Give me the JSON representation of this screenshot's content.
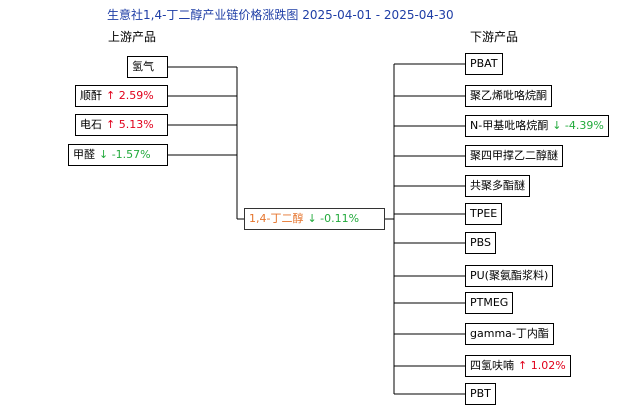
{
  "title": "生意社1,4-丁二醇产业链价格涨跌图 2025-04-01 - 2025-04-30",
  "labels": {
    "upstream": "上游产品",
    "downstream": "下游产品"
  },
  "colors": {
    "up": "#e0001b",
    "down": "#22aa3c",
    "center": "#e5742c",
    "title": "#1f3ea6"
  },
  "center": {
    "name": "1,4-丁二醇",
    "arrow": "↓",
    "change": "-0.11%",
    "dir": "down"
  },
  "upstream": [
    {
      "name": "氢气"
    },
    {
      "name": "顺酐",
      "arrow": "↑",
      "change": "2.59%",
      "dir": "up"
    },
    {
      "name": "电石",
      "arrow": "↑",
      "change": "5.13%",
      "dir": "up"
    },
    {
      "name": "甲醛",
      "arrow": "↓",
      "change": "-1.57%",
      "dir": "down"
    }
  ],
  "downstream": [
    {
      "name": "PBAT"
    },
    {
      "name": "聚乙烯吡咯烷酮"
    },
    {
      "name": "N-甲基吡咯烷酮",
      "arrow": "↓",
      "change": "-4.39%",
      "dir": "down"
    },
    {
      "name": "聚四甲撑乙二醇醚"
    },
    {
      "name": "共聚多酯醚"
    },
    {
      "name": "TPEE"
    },
    {
      "name": "PBS"
    },
    {
      "name": "PU(聚氨酯浆料)"
    },
    {
      "name": "PTMEG"
    },
    {
      "name": "gamma-丁内酯"
    },
    {
      "name": "四氢呋喃",
      "arrow": "↑",
      "change": "1.02%",
      "dir": "up"
    },
    {
      "name": "PBT"
    }
  ]
}
